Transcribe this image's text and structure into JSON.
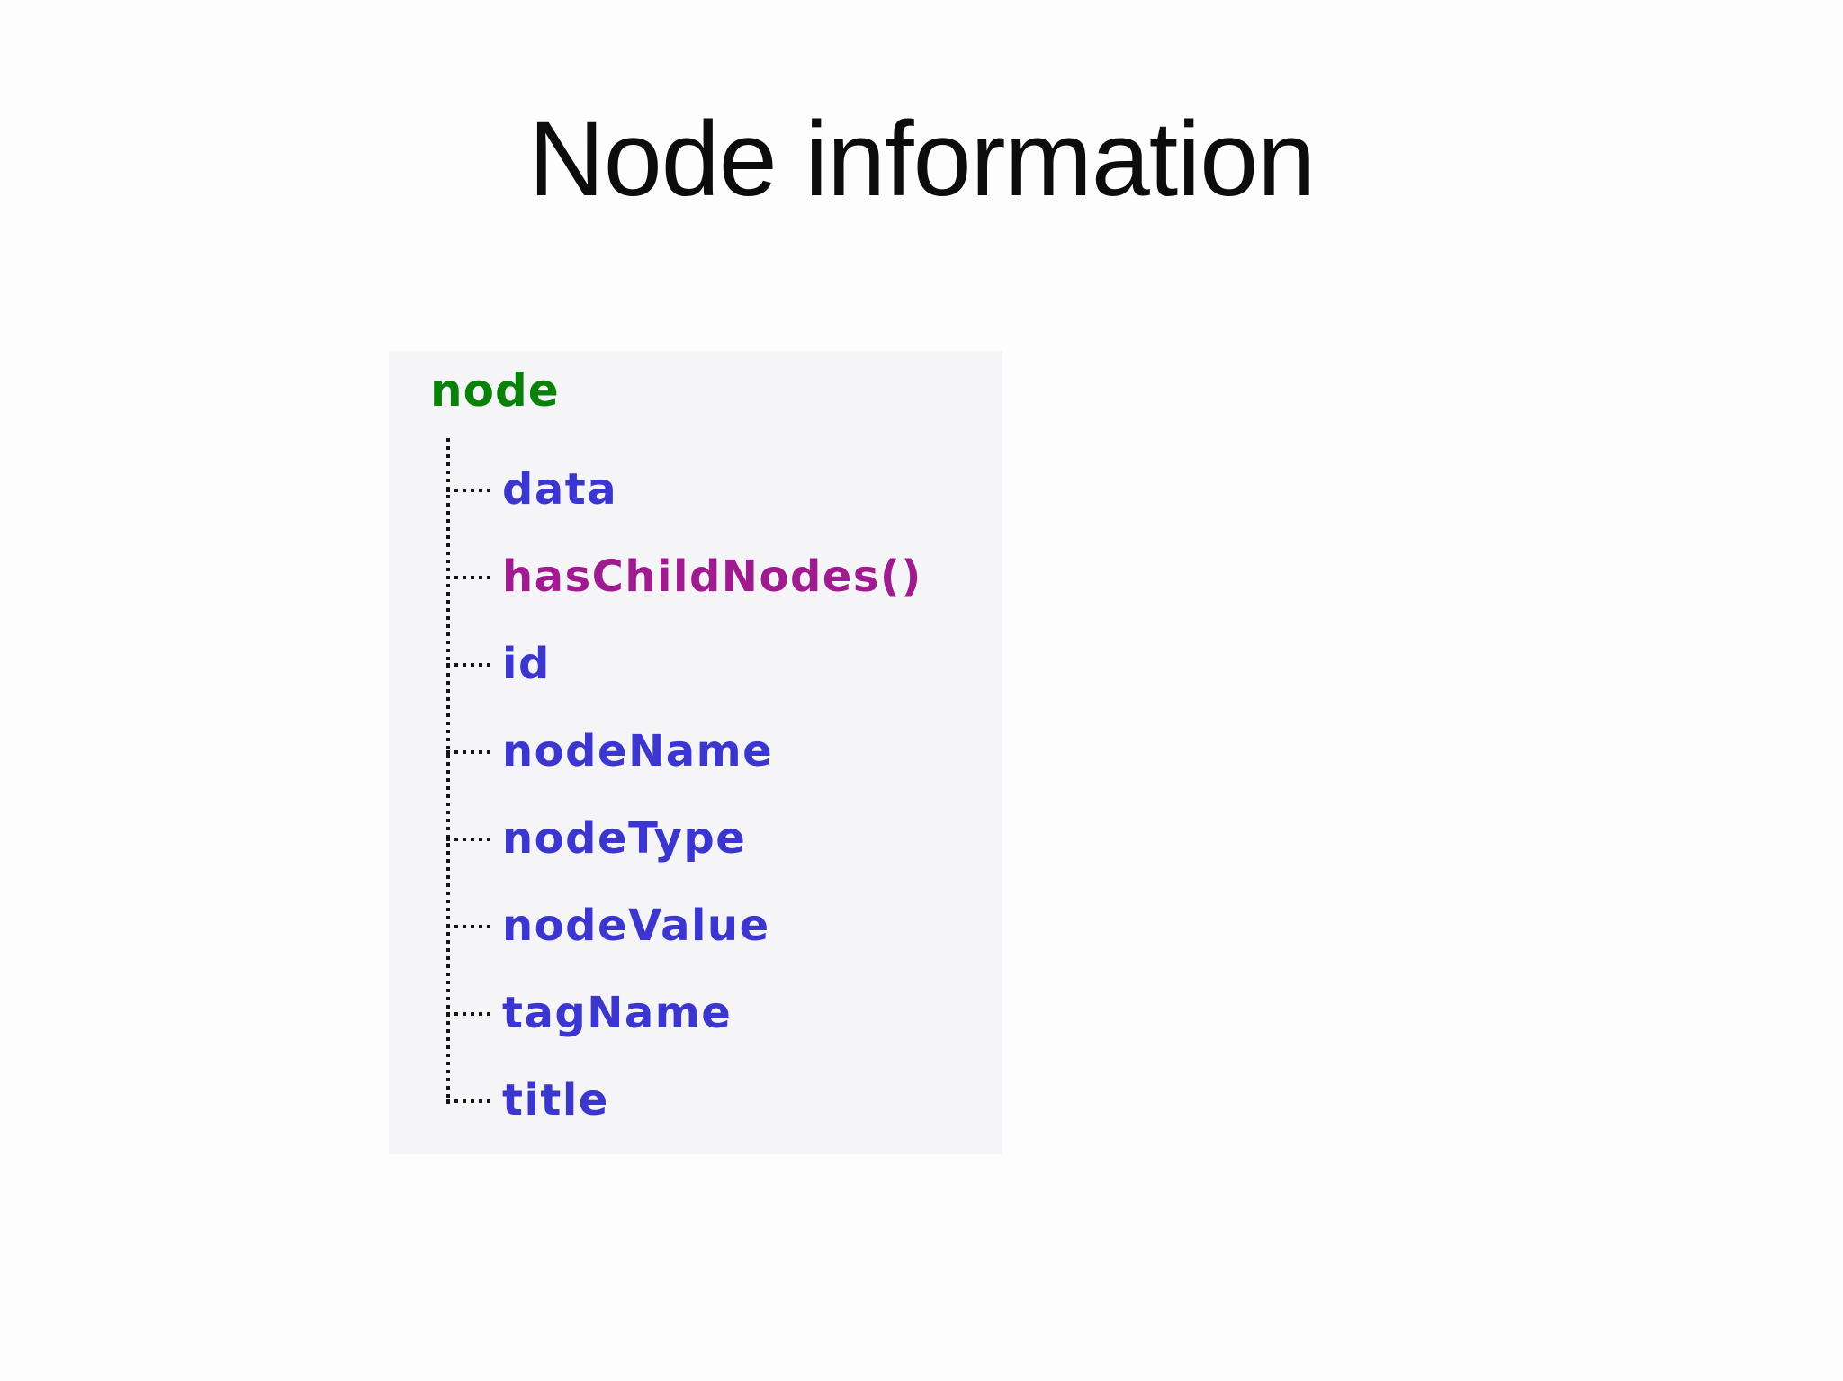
{
  "page": {
    "background": "#fdfdfe"
  },
  "title": {
    "text": "Node information",
    "color": "#0c0c0c"
  },
  "tree": {
    "panel_background": "#f5f4f7",
    "line_color": "#151515",
    "root": {
      "label": "node",
      "color": "#0a820a"
    },
    "children": [
      {
        "label": "data",
        "color": "#3a36cf"
      },
      {
        "label": "hasChildNodes()",
        "color": "#a01a90"
      },
      {
        "label": "id",
        "color": "#3a36cf"
      },
      {
        "label": "nodeName",
        "color": "#3a36cf"
      },
      {
        "label": "nodeType",
        "color": "#3a36cf"
      },
      {
        "label": "nodeValue",
        "color": "#3a36cf"
      },
      {
        "label": "tagName",
        "color": "#3a36cf"
      },
      {
        "label": "title",
        "color": "#3a36cf"
      }
    ]
  }
}
